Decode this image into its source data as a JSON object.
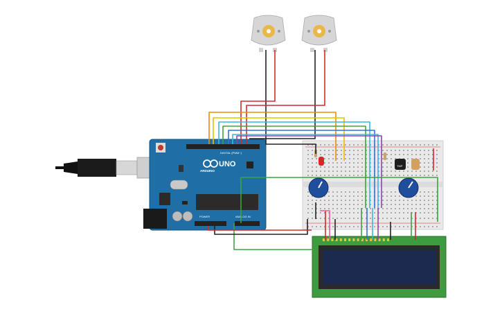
{
  "circuit": {
    "board": {
      "brand": "ARDUINO",
      "model": "UNO",
      "digital_header_label": "DIGITAL (PWM~)",
      "power_header_label": "POWER",
      "analog_header_label": "ANALOG IN"
    },
    "sensor_label": "TMP",
    "components": {
      "motors": 2,
      "potentiometers": 2,
      "led": "red",
      "resistors": 2,
      "photoresistor": 1,
      "lcd": "16x2"
    },
    "colors": {
      "board": "#1f6fa6",
      "breadboard": "#e9e9e9",
      "lcd_pcb": "#3f9b3f",
      "lcd_screen": "#1c2a4f",
      "motor": "#d6d6d6",
      "wire_red": "#d62828",
      "wire_black": "#222222",
      "wire_orange": "#f08c00",
      "wire_yellow": "#e8c000",
      "wire_green": "#3aa53a",
      "wire_cyan": "#39b7e0",
      "wire_blue": "#2f73d8",
      "wire_purple": "#8e44ad",
      "wire_pink": "#e85c9a"
    }
  }
}
